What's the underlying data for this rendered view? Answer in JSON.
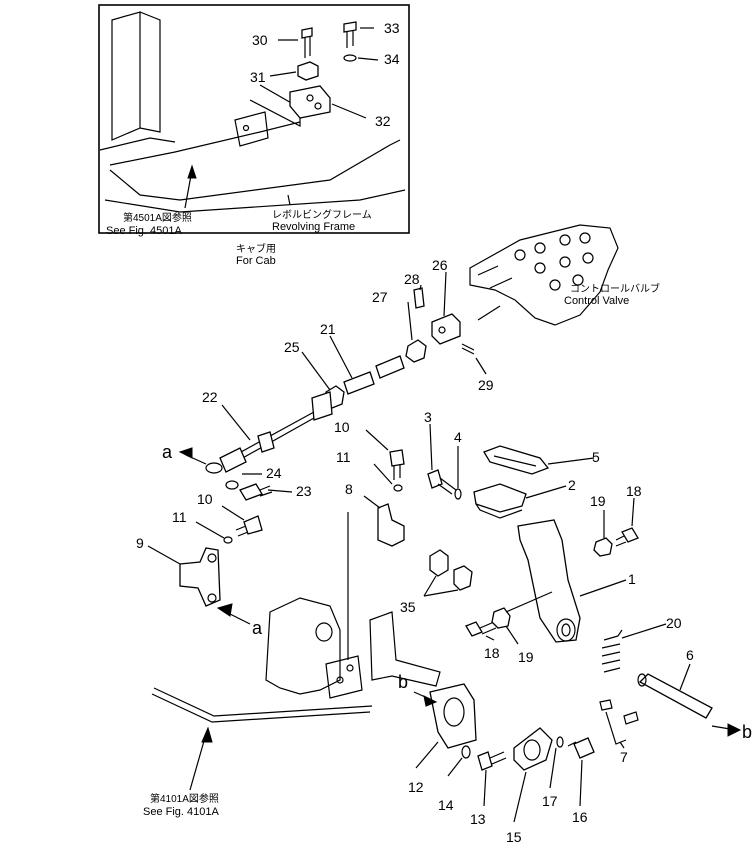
{
  "inset": {
    "ref_label_jp": "第4501A図参照",
    "ref_label_en": "See Fig. 4501A",
    "frame_label_jp": "レボルビングフレーム",
    "frame_label_en": "Revolving  Frame",
    "caption_jp": "キャブ用",
    "caption_en": "For  Cab",
    "callouts": [
      "30",
      "31",
      "32",
      "33",
      "34"
    ]
  },
  "control_valve": {
    "label_jp": "コントロールバルブ",
    "label_en": "Control  Valve"
  },
  "bottom_ref": {
    "label_jp": "第4101A図参照",
    "label_en": "See Fig. 4101A"
  },
  "callouts": [
    "1",
    "2",
    "3",
    "4",
    "5",
    "6",
    "7",
    "8",
    "9",
    "10",
    "10",
    "11",
    "11",
    "12",
    "13",
    "14",
    "15",
    "16",
    "17",
    "18",
    "18",
    "19",
    "19",
    "20",
    "21",
    "22",
    "23",
    "24",
    "25",
    "26",
    "27",
    "28",
    "29",
    "35"
  ],
  "link_letters": {
    "a1": "a",
    "a2": "a",
    "b1": "b",
    "b2": "b"
  }
}
